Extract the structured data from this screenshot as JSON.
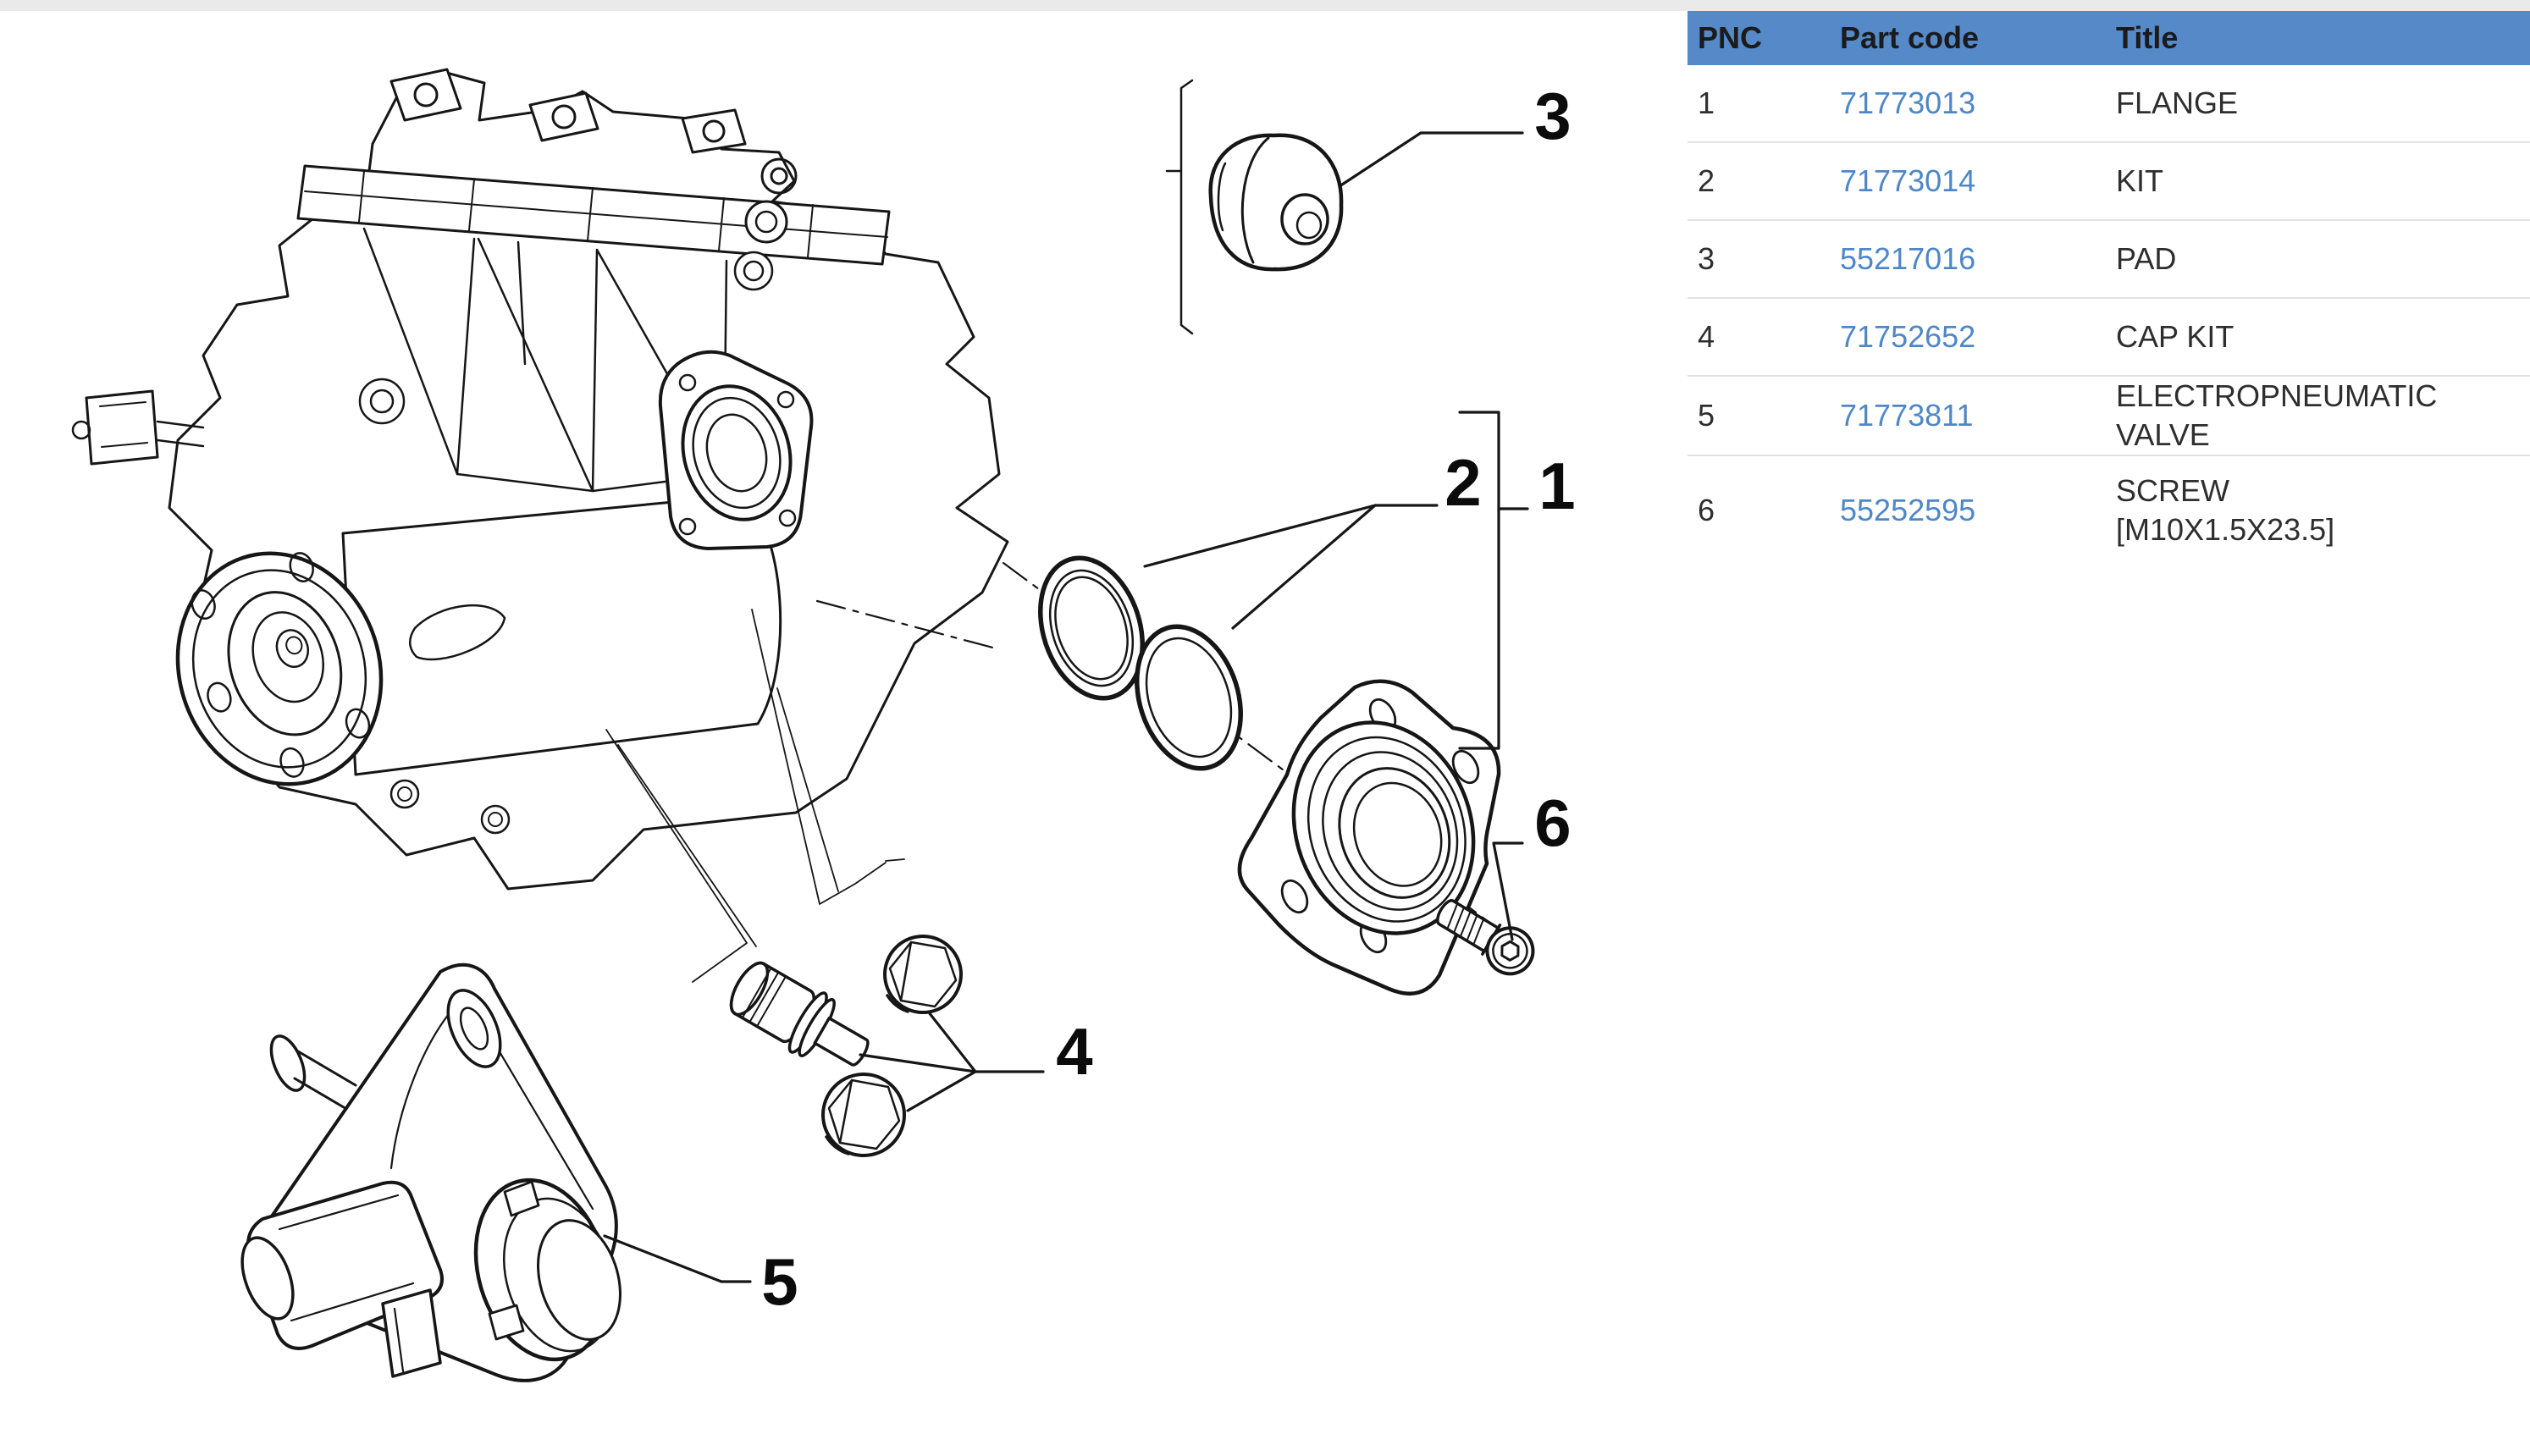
{
  "diagram": {
    "callouts": [
      {
        "number": "1"
      },
      {
        "number": "2"
      },
      {
        "number": "3"
      },
      {
        "number": "4"
      },
      {
        "number": "5"
      },
      {
        "number": "6"
      }
    ]
  },
  "parts_table": {
    "columns": [
      {
        "label": "PNC"
      },
      {
        "label": "Part code"
      },
      {
        "label": "Title"
      }
    ],
    "rows": [
      {
        "pnc": "1",
        "part_code": "71773013",
        "title": "FLANGE"
      },
      {
        "pnc": "2",
        "part_code": "71773014",
        "title": "KIT"
      },
      {
        "pnc": "3",
        "part_code": "55217016",
        "title": "PAD"
      },
      {
        "pnc": "4",
        "part_code": "71752652",
        "title": "CAP KIT"
      },
      {
        "pnc": "5",
        "part_code": "71773811",
        "title": "ELECTROPNEUMATIC VALVE"
      },
      {
        "pnc": "6",
        "part_code": "55252595",
        "title": "SCREW",
        "title_line2": "[M10X1.5X23.5]"
      }
    ],
    "colors": {
      "header_bg": "#5589c8",
      "link": "#4e87c8",
      "row_divider": "#e2e2e2"
    }
  }
}
